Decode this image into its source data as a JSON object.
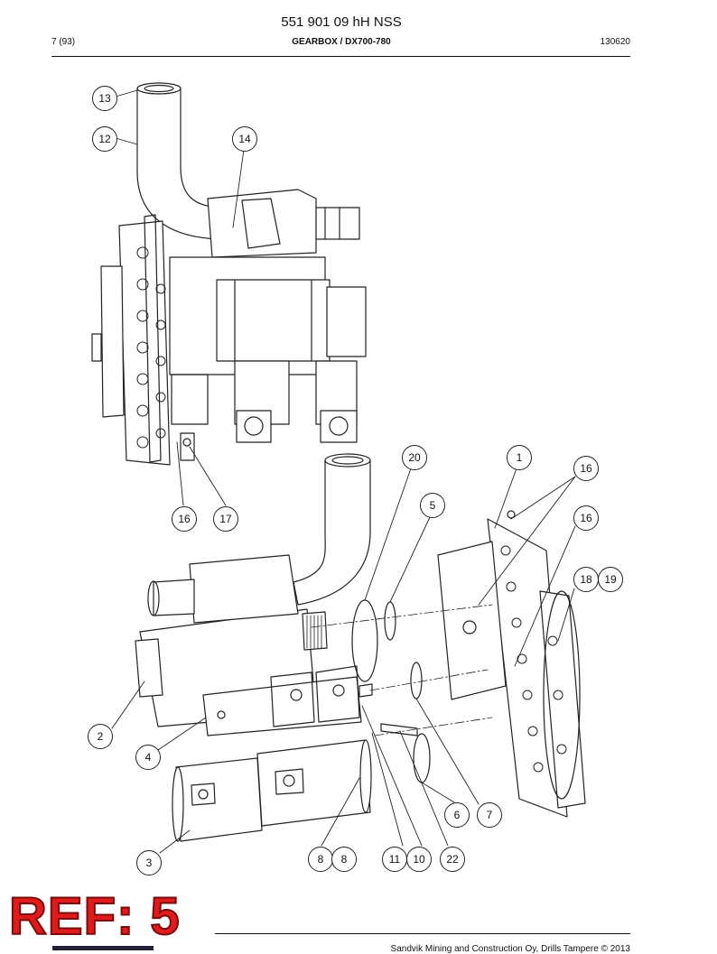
{
  "header": {
    "doc_title": "551 901 09 hH NSS",
    "page": "7 (93)",
    "section": "GEARBOX / DX700-780",
    "date": "130620"
  },
  "callouts": [
    {
      "id": "c13",
      "label": "13"
    },
    {
      "id": "c12",
      "label": "12"
    },
    {
      "id": "c14",
      "label": "14"
    },
    {
      "id": "c16a",
      "label": "16"
    },
    {
      "id": "c17",
      "label": "17"
    },
    {
      "id": "c20",
      "label": "20"
    },
    {
      "id": "c1",
      "label": "1"
    },
    {
      "id": "c16b",
      "label": "16"
    },
    {
      "id": "c5",
      "label": "5"
    },
    {
      "id": "c16c",
      "label": "16"
    },
    {
      "id": "c18",
      "label": "18"
    },
    {
      "id": "c19",
      "label": "19"
    },
    {
      "id": "c2",
      "label": "2"
    },
    {
      "id": "c4",
      "label": "4"
    },
    {
      "id": "c6",
      "label": "6"
    },
    {
      "id": "c7",
      "label": "7"
    },
    {
      "id": "c3",
      "label": "3"
    },
    {
      "id": "c8a",
      "label": "8"
    },
    {
      "id": "c8b",
      "label": "8"
    },
    {
      "id": "c11",
      "label": "11"
    },
    {
      "id": "c10",
      "label": "10"
    },
    {
      "id": "c22",
      "label": "22"
    }
  ],
  "stamp": {
    "text": "REF: 5"
  },
  "footer": {
    "text": "Sandvik Mining and Construction Oy, Drills Tampere © 2013"
  }
}
